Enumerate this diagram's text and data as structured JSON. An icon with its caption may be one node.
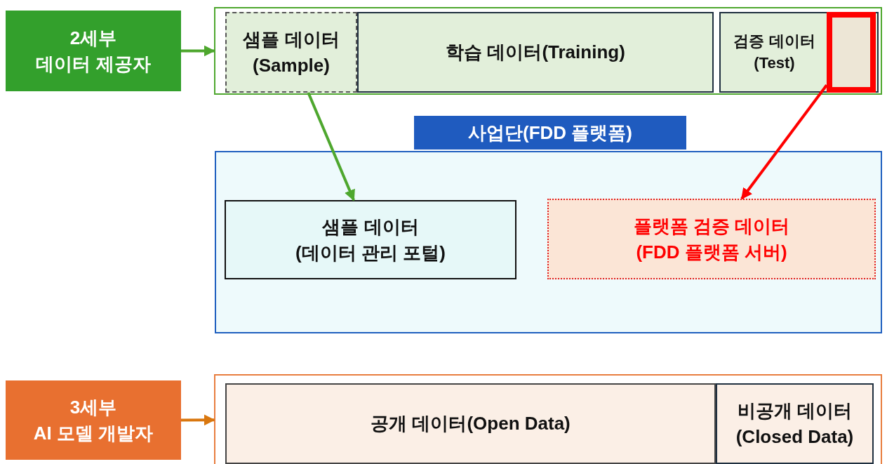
{
  "diagram": {
    "nodes": [
      {
        "text": [
          "2세부",
          "데이터 제공자"
        ]
      },
      {
        "text": [],
        "shape": "box"
      },
      {
        "text": [
          "샘플 데이터 (Sample)"
        ],
        "in": 1
      },
      {
        "text": [
          "학습 데이터(Training)"
        ],
        "in": 1
      },
      {
        "text": [
          "검증 데이터 (Test)"
        ],
        "in": 1
      },
      {
        "text": [],
        "shape": "box",
        "in": 4
      },
      {
        "text": [
          "사업단(FDD 플랫폼)"
        ]
      },
      {
        "text": [
          "샘플 데이터 (데이터 관리 포털)"
        ],
        "in": 6
      },
      {
        "text": [
          "플랫폼 검증 데이터 (FDD 플랫폼 서버)"
        ],
        "in": 6
      },
      {
        "text": [
          "3세부",
          "AI 모델 개발자"
        ]
      },
      {
        "text": [],
        "shape": "box"
      },
      {
        "text": [
          "공개 데이터(Open Data)"
        ],
        "in": 10
      },
      {
        "text": [
          "비공개 데이터 (Closed Data)"
        ],
        "in": 10
      }
    ],
    "edges": [
      {
        "from": 0,
        "to": 1,
        "arrow": "to"
      },
      {
        "from": 2,
        "to": 7,
        "arrow": "to"
      },
      {
        "from": 5,
        "to": 8,
        "arrow": "to",
        "color": "#ff0000"
      },
      {
        "from": 9,
        "to": 10,
        "arrow": "to",
        "color": "#d9770f"
      }
    ]
  }
}
